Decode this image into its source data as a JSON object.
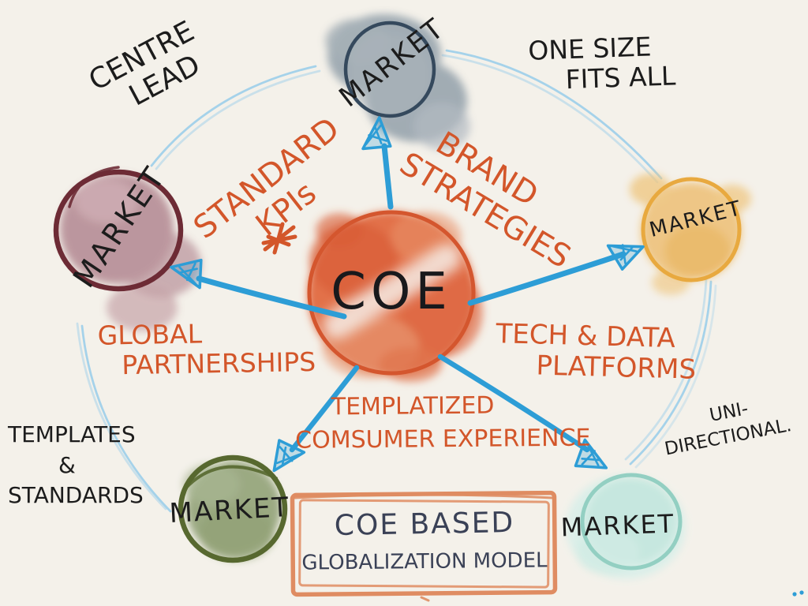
{
  "title": "COE based globalization model sketch",
  "palette": {
    "paper": "#f4f1ea",
    "ink": "#1c1c1c",
    "orange": "#d3562a",
    "arrow_blue": "#2d9dd6",
    "arc_blue": "#a5d2ea",
    "coe_stroke": "#d4562e",
    "box_stroke": "#df8c62",
    "box_ink": "#3a4156",
    "market_top_stroke": "#35495d",
    "market_left_stroke": "#6d2b35",
    "market_right_stroke": "#e8a93f",
    "market_green_stroke": "#57682f",
    "market_teal_stroke": "#93cfc2"
  },
  "center": {
    "label": "COE"
  },
  "markets": [
    {
      "id": "top",
      "label": "MARKET"
    },
    {
      "id": "left",
      "label": "MARKET"
    },
    {
      "id": "right",
      "label": "MARKET"
    },
    {
      "id": "bottom_left",
      "label": "MARKET"
    },
    {
      "id": "bottom_right",
      "label": "MARKET"
    }
  ],
  "spokes": {
    "standard_kpis": {
      "line1": "STANDARD",
      "line2": "KPIs"
    },
    "brand_strategies": {
      "line1": "BRAND",
      "line2": "STRATEGIES"
    },
    "tech_data": {
      "line1": "TECH & DATA",
      "line2": "PLATFORMS"
    },
    "global_partnerships": {
      "line1": "GLOBAL",
      "line2": "PARTNERSHIPS"
    },
    "templatized": {
      "line1": "TEMPLATIZED",
      "line2": "COMSUMER EXPERIENCE"
    }
  },
  "annotations": {
    "centre_lead": {
      "line1": "CENTRE",
      "line2": "LEAD"
    },
    "one_size": {
      "line1": "ONE SIZE",
      "line2": "FITS ALL"
    },
    "templates_standards": {
      "line1": "TEMPLATES",
      "line2": "&",
      "line3": "STANDARDS"
    },
    "uni_directional": {
      "line1": "UNI-",
      "line2": "DIRECTIONAL."
    }
  },
  "footer_box": {
    "line1": "COE BASED",
    "line2": "GLOBALIZATION MODEL"
  }
}
